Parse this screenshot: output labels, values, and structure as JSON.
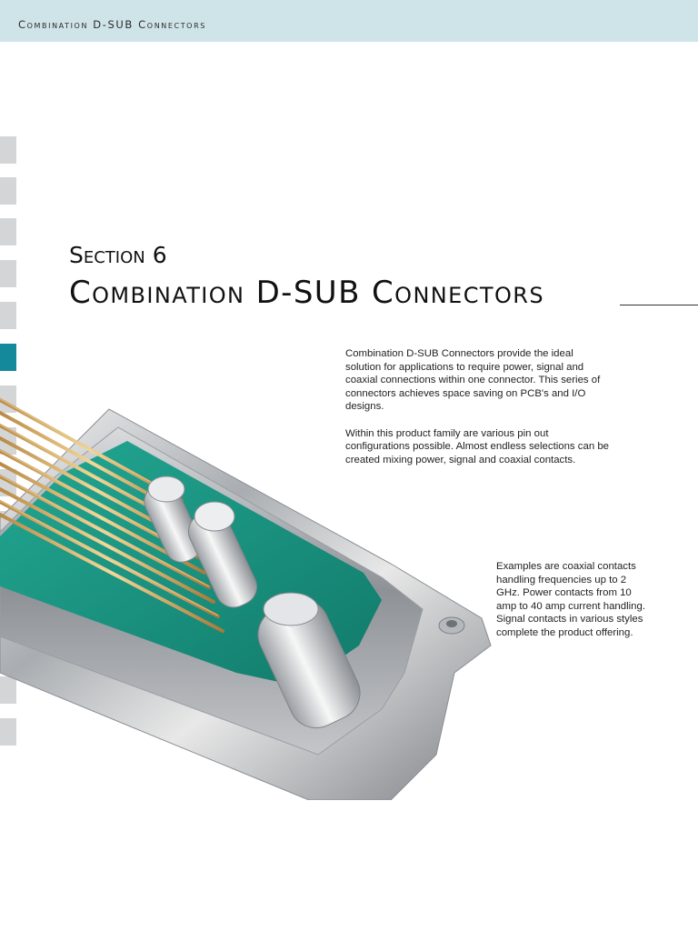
{
  "header": {
    "running_title": "Combination D-SUB Connectors"
  },
  "side_tabs": {
    "count": 15,
    "active_index": 5,
    "color_inactive": "#d4d5d7",
    "color_active": "#14899c"
  },
  "section": {
    "label": "Section 6",
    "title": "Combination D-SUB Connectors"
  },
  "body": {
    "intro_paragraphs": [
      "Combination D-SUB Connectors provide the ideal solution for applications to require power, signal and coaxial connections within one connector. This series of connectors achieves space saving on PCB's and I/O designs.",
      "Within this product family are various pin out configurations possible. Almost endless selections can be created mixing power, signal and coaxial contacts."
    ],
    "examples_text": "Examples are coaxial contacts handling frequencies up to 2 GHz. Power contacts from 10 amp to 40 amp current handling. Signal contacts in various styles complete the product offering."
  },
  "colors": {
    "header_band": "#cfe4e8",
    "accent_teal": "#14899c",
    "insulator_green": "#1a9a86"
  }
}
